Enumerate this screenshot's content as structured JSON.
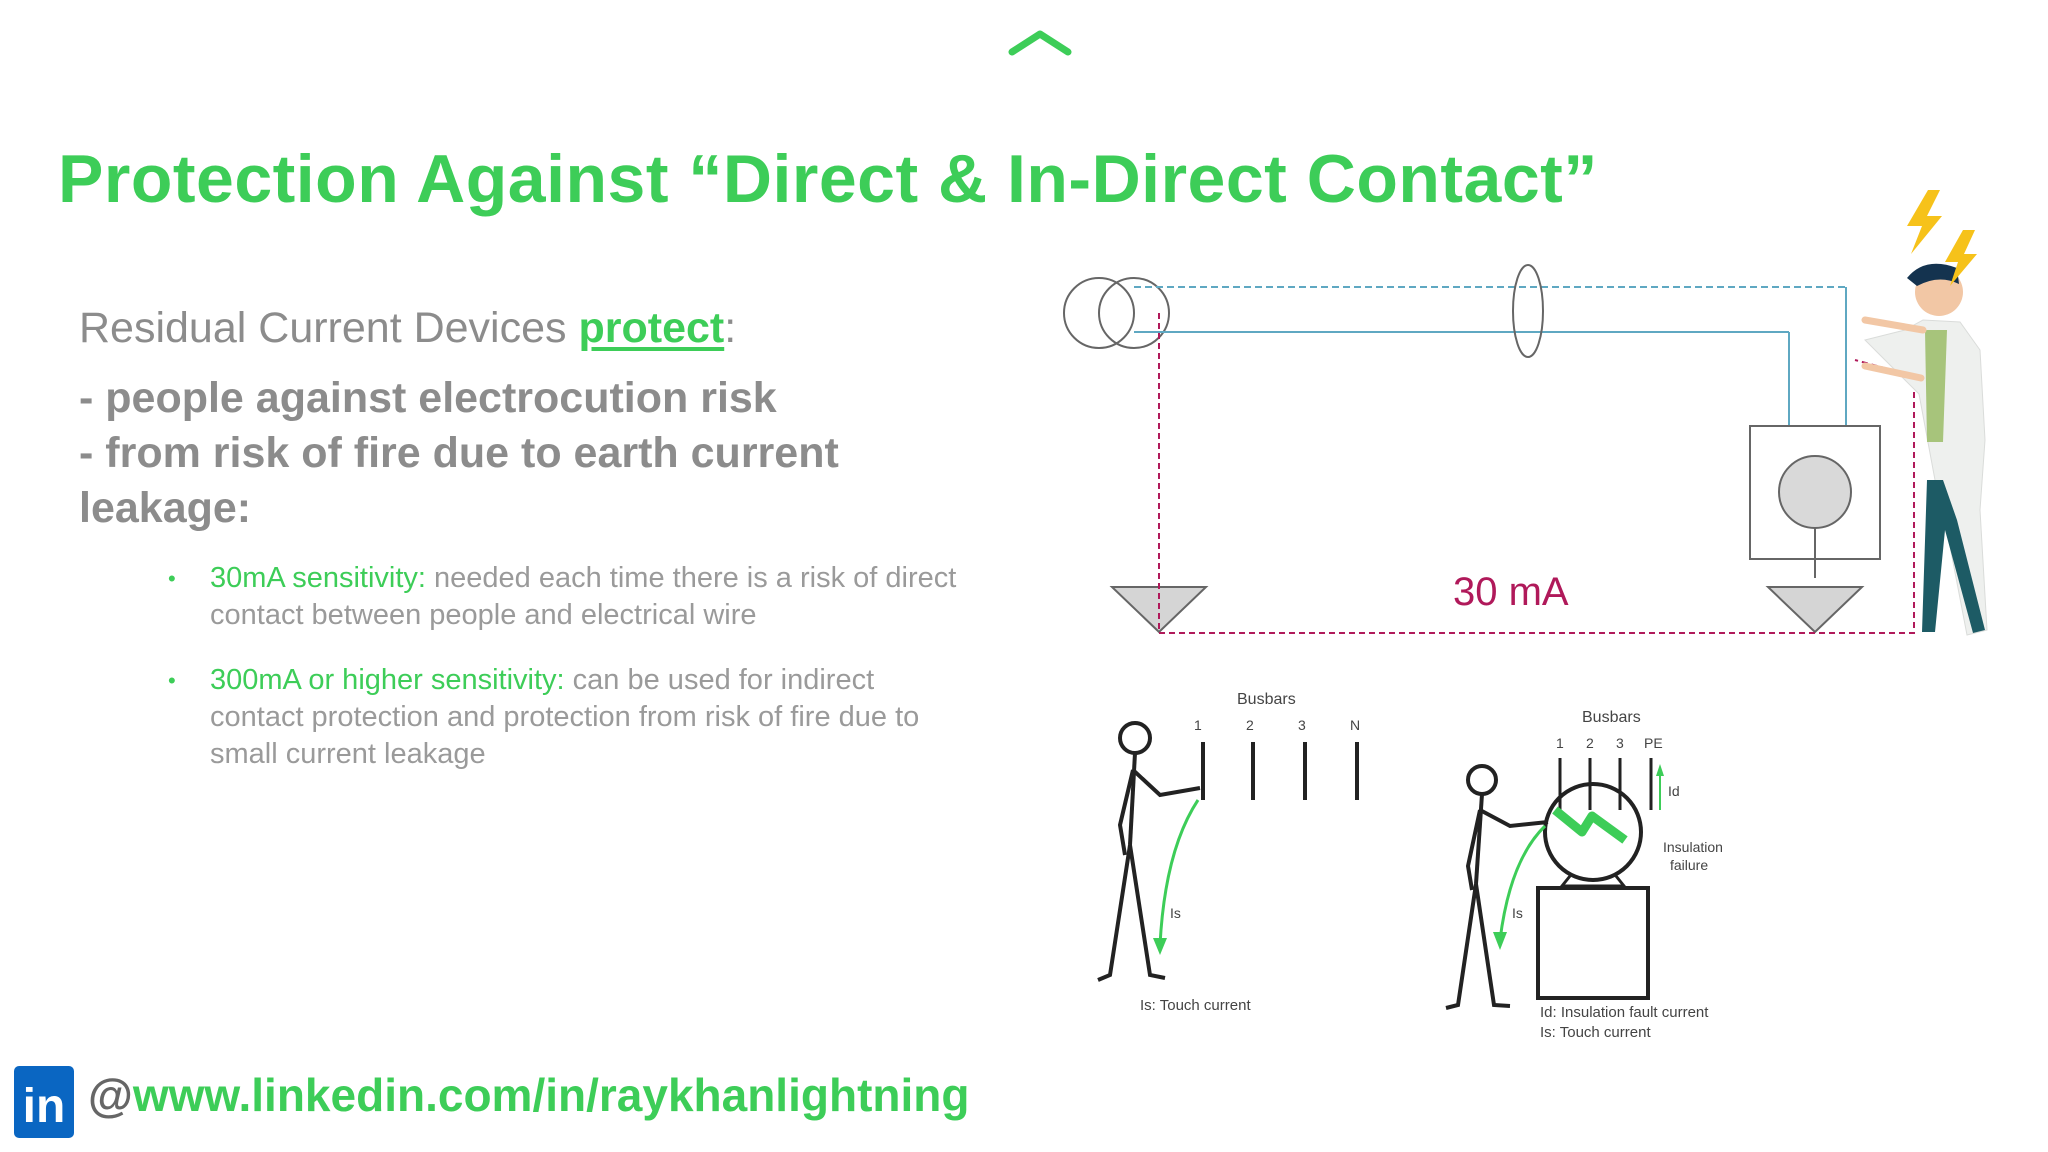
{
  "slide": {
    "title": "Protection Against “Direct & In-Direct  Contact”",
    "intro_prefix": "Residual Current Devices ",
    "intro_accent": "protect",
    "intro_suffix": ":",
    "points": [
      "- people against electrocution risk",
      "- from risk of fire due to earth current",
      "leakage:"
    ],
    "bullets": [
      {
        "accent": "30mA sensitivity:",
        "text": " needed each time there is a risk of direct contact between people and electrical wire"
      },
      {
        "accent": "300mA or higher sensitivity:",
        "text": " can be used for indirect contact protection and protection from risk of fire due to small current leakage"
      }
    ]
  },
  "diagram": {
    "label": "30 mA"
  },
  "figures": {
    "left": {
      "busbars_title": "Busbars",
      "busbar_labels": [
        "1",
        "2",
        "3",
        "N"
      ],
      "current_label": "Is",
      "caption": "Is: Touch current"
    },
    "right": {
      "busbars_title": "Busbars",
      "busbar_labels": [
        "1",
        "2",
        "3",
        "PE"
      ],
      "fault_current_label": "Id",
      "current_label": "Is",
      "insulation_line1": "Insulation",
      "insulation_line2": "failure",
      "caption_line1": "Id: Insulation fault current",
      "caption_line2": "Is: Touch current"
    }
  },
  "footer": {
    "at": "@",
    "link": "www.linkedin.com/in/raykhanlightning",
    "logo_text": "in"
  },
  "colors": {
    "accent": "#3dcd58",
    "gray_text": "#8c8c8c",
    "fault_path": "#b0195a",
    "wire": "#5fa8c2",
    "linkedin": "#0a66c2"
  }
}
